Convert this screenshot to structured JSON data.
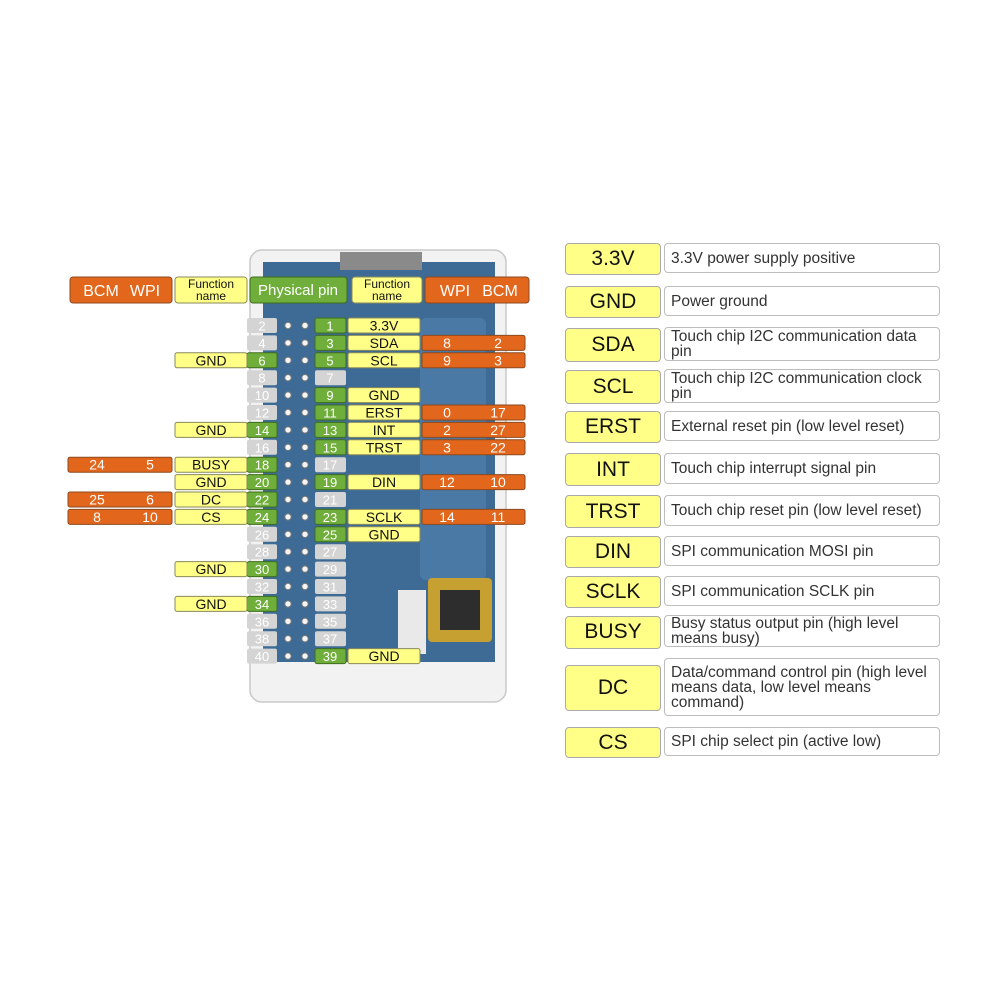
{
  "colors": {
    "orange": "#e2661b",
    "yellow": "#ffff88",
    "green": "#6fae3a",
    "pin_grey": "#d4d4d4",
    "board": "#3d6b95"
  },
  "header": {
    "left_bcm": "BCM",
    "left_wpi": "WPI",
    "left_function": "Function name",
    "physical": "Physical pin",
    "right_function": "Function name",
    "right_wpi": "WPI",
    "right_bcm": "BCM"
  },
  "pins_left": [
    {
      "n": "2",
      "used": false
    },
    {
      "n": "4",
      "used": false
    },
    {
      "n": "6",
      "used": true,
      "func": "GND"
    },
    {
      "n": "8",
      "used": false
    },
    {
      "n": "10",
      "used": false
    },
    {
      "n": "12",
      "used": false
    },
    {
      "n": "14",
      "used": true,
      "func": "GND"
    },
    {
      "n": "16",
      "used": false
    },
    {
      "n": "18",
      "used": true,
      "func": "BUSY",
      "bcm": "24",
      "wpi": "5"
    },
    {
      "n": "20",
      "used": true,
      "func": "GND"
    },
    {
      "n": "22",
      "used": true,
      "func": "DC",
      "bcm": "25",
      "wpi": "6"
    },
    {
      "n": "24",
      "used": true,
      "func": "CS",
      "bcm": "8",
      "wpi": "10"
    },
    {
      "n": "26",
      "used": false
    },
    {
      "n": "28",
      "used": false
    },
    {
      "n": "30",
      "used": true,
      "func": "GND"
    },
    {
      "n": "32",
      "used": false
    },
    {
      "n": "34",
      "used": true,
      "func": "GND"
    },
    {
      "n": "36",
      "used": false
    },
    {
      "n": "38",
      "used": false
    },
    {
      "n": "40",
      "used": false
    }
  ],
  "pins_right": [
    {
      "n": "1",
      "used": true,
      "func": "3.3V"
    },
    {
      "n": "3",
      "used": true,
      "func": "SDA",
      "wpi": "8",
      "bcm": "2"
    },
    {
      "n": "5",
      "used": true,
      "func": "SCL",
      "wpi": "9",
      "bcm": "3"
    },
    {
      "n": "7",
      "used": false
    },
    {
      "n": "9",
      "used": true,
      "func": "GND"
    },
    {
      "n": "11",
      "used": true,
      "func": "ERST",
      "wpi": "0",
      "bcm": "17"
    },
    {
      "n": "13",
      "used": true,
      "func": "INT",
      "wpi": "2",
      "bcm": "27"
    },
    {
      "n": "15",
      "used": true,
      "func": "TRST",
      "wpi": "3",
      "bcm": "22"
    },
    {
      "n": "17",
      "used": false
    },
    {
      "n": "19",
      "used": true,
      "func": "DIN",
      "wpi": "12",
      "bcm": "10"
    },
    {
      "n": "21",
      "used": false
    },
    {
      "n": "23",
      "used": true,
      "func": "SCLK",
      "wpi": "14",
      "bcm": "11"
    },
    {
      "n": "25",
      "used": true,
      "func": "GND"
    },
    {
      "n": "27",
      "used": false
    },
    {
      "n": "29",
      "used": false
    },
    {
      "n": "31",
      "used": false
    },
    {
      "n": "33",
      "used": false
    },
    {
      "n": "35",
      "used": false
    },
    {
      "n": "37",
      "used": false
    },
    {
      "n": "39",
      "used": true,
      "func": "GND"
    }
  ],
  "legend": [
    {
      "name": "3.3V",
      "desc": "3.3V power supply positive"
    },
    {
      "name": "GND",
      "desc": "Power ground"
    },
    {
      "name": "SDA",
      "desc": "Touch chip I2C communication data pin"
    },
    {
      "name": "SCL",
      "desc": "Touch chip I2C communication clock pin"
    },
    {
      "name": "ERST",
      "desc": "External reset pin (low level reset)"
    },
    {
      "name": "INT",
      "desc": "Touch chip interrupt signal pin"
    },
    {
      "name": "TRST",
      "desc": "Touch chip reset pin (low level reset)"
    },
    {
      "name": "DIN",
      "desc": "SPI communication MOSI pin"
    },
    {
      "name": "SCLK",
      "desc": "SPI communication SCLK pin"
    },
    {
      "name": "BUSY",
      "desc": "Busy status output pin (high level means busy)"
    },
    {
      "name": "DC",
      "desc": "Data/command control pin (high level means data, low level means command)"
    },
    {
      "name": "CS",
      "desc": "SPI chip select pin (active low)"
    }
  ]
}
